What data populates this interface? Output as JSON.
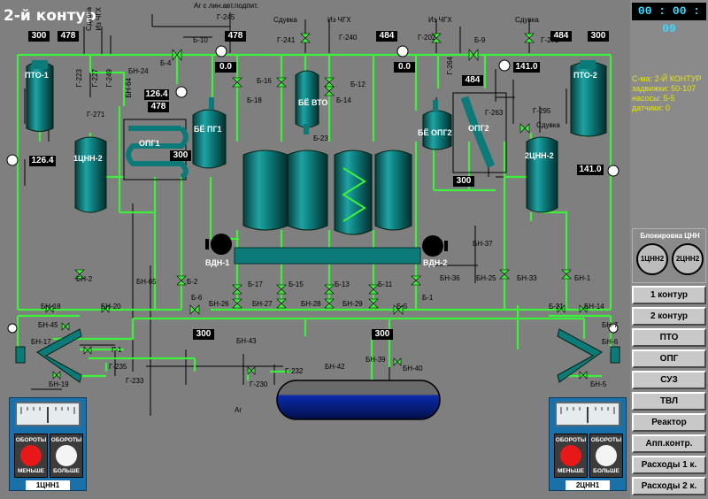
{
  "window": {
    "title": "2-й контур"
  },
  "clock": "00 : 00 : 09",
  "status_lines": [
    "С-ма: 2-Й КОНТУР",
    "задвижки: 50-107",
    "насосы: 5-5",
    "датчики: 0"
  ],
  "readouts": {
    "r300_tl": "300",
    "r478_tl": "478",
    "r478_top": "478",
    "r0_0_l": "0.0",
    "r484_top": "484",
    "r0_0_r": "0.0",
    "r484_tr": "484",
    "r300_tr": "300",
    "r141_0_top": "141.0",
    "r484_mid": "484",
    "r126_4_opg": "126.4",
    "r478_opg": "478",
    "r300_opg": "300",
    "r126_4_left": "126.4",
    "r141_0_right": "141.0",
    "r300_opg2": "300",
    "r300_bot_l": "300",
    "r300_bot_r": "300"
  },
  "equipment": {
    "pto1": "ПТО-1",
    "pto2": "ПТО-2",
    "cnn2_l": "1ЦНН-2",
    "cnn2_r": "2ЦНН-2",
    "opg1": "ОПГ1",
    "be_pg1": "БЁ ПГ1",
    "be_vto": "БЁ ВТО",
    "be_opg2": "БЁ ОПГ2",
    "opg2": "ОПГ2",
    "vdn1": "ВДН-1",
    "vdn2": "ВДН-2"
  },
  "labels": {
    "ag_top": "Аг с лин.авт.подпит.",
    "g245": "Г-245",
    "sduvka1": "Сдувка",
    "iz_chgh1": "Из ЧГХ",
    "iz_chgh2": "Из ЧГХ",
    "sduvka2": "Сдувка",
    "sduvka3": "Сдувка",
    "sduvka_v": "Сдувка",
    "iz_chgh_v": "Из ЧГХ",
    "g241": "Г-241",
    "g240": "Г-240",
    "g202": "Г-202",
    "b9": "Б-9",
    "g272": "Г-272",
    "b10": "Б-10",
    "b4": "Б-4",
    "bn24": "БН-24",
    "g223": "Г-223",
    "g227": "Г-227",
    "g249": "Г-249",
    "bn64": "БН-64",
    "g271": "Г-271",
    "b16": "Б-16",
    "b18": "Б-18",
    "b12": "Б-12",
    "b14": "Б-14",
    "g264": "Г-264",
    "g263": "Г-263",
    "g295": "Г-295",
    "b23": "Б-23",
    "bn37": "БН-37",
    "bn2": "БН-2",
    "bn65": "БН-65",
    "b2": "Б-2",
    "b6": "Б-6",
    "b17": "Б-17",
    "b15": "Б-15",
    "b13": "Б-13",
    "b11": "Б-11",
    "bn36": "БН-36",
    "bn25": "БН-25",
    "bn33": "БН-33",
    "bn1": "БН-1",
    "b1": "Б-1",
    "b5": "Б-5",
    "bn26": "БН-26",
    "bn27": "БН-27",
    "bn28": "БН-28",
    "bn29": "БН-29",
    "bn18": "БН-18",
    "bn45": "БН-45",
    "bn20": "БН-20",
    "bn17": "БН-17",
    "bn19": "БН-19",
    "g1": "Г-1",
    "g235": "Г-235",
    "g233": "Г-233",
    "bn43": "БН-43",
    "bn42": "БН-42",
    "bn39": "БН-39",
    "bn40": "БН-40",
    "g232": "Г-232",
    "g230": "Г-230",
    "ag_bottom": "Аг",
    "b21": "Б-21",
    "bn14": "БН-14",
    "bn7": "БН-7",
    "bn6": "БН-6",
    "bn5": "БН-5"
  },
  "blocking": {
    "header": "Блокировка ЦНН",
    "btn1": "1ЦНН2",
    "btn2": "2ЦНН2"
  },
  "nav": [
    "1 контур",
    "2 контур",
    "ПТО",
    "ОПГ",
    "СУЗ",
    "ТВЛ",
    "Реактор",
    "Апп.контр.",
    "Расходы 1 к.",
    "Расходы 2 к."
  ],
  "panel_left": {
    "name": "1ЦНН1",
    "btn_less_top": "ОБОРОТЫ",
    "btn_less_bot": "МЕНЬШЕ",
    "btn_more_top": "ОБОРОТЫ",
    "btn_more_bot": "БОЛЬШЕ"
  },
  "panel_right": {
    "name": "2ЦНН1",
    "btn_less_top": "ОБОРОТЫ",
    "btn_less_bot": "МЕНЬШЕ",
    "btn_more_top": "ОБОРОТЫ",
    "btn_more_bot": "БОЛЬШЕ"
  },
  "colors": {
    "background": "#7f7f7f",
    "pipe": "#3cf03c",
    "vessel": "#0d7a7a",
    "tank": "#0a1f8c",
    "accent": "#39d9ff",
    "status": "#e6e600"
  }
}
